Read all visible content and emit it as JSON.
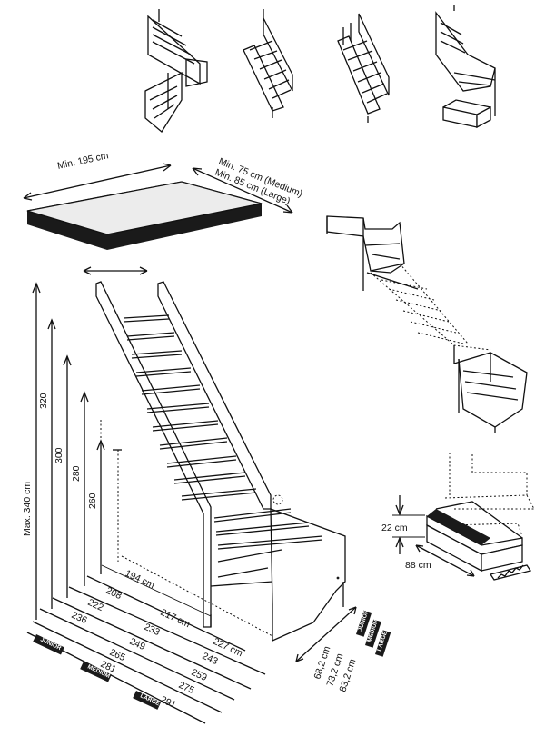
{
  "floor_opening": {
    "min_length": "Min. 195 cm",
    "min_width_medium": "Min. 75 cm (Medium)",
    "min_width_large": "Min. 85 cm (Large)"
  },
  "max_height": "Max. 340 cm",
  "heights": [
    "320",
    "300",
    "280",
    "260"
  ],
  "lengths_junior": [
    "194 cm",
    "208",
    "222",
    "236",
    "281"
  ],
  "lengths_medium": [
    "217 cm",
    "233",
    "249",
    "265"
  ],
  "lengths_large": [
    "227 cm",
    "243",
    "259",
    "275",
    "291"
  ],
  "widths": [
    "68,2 cm",
    "73,2 cm",
    "83,2 cm"
  ],
  "size_tags": [
    "JUNIOR",
    "MEDIUM",
    "LARGE"
  ],
  "step": {
    "height": "22 cm",
    "depth": "88 cm"
  }
}
